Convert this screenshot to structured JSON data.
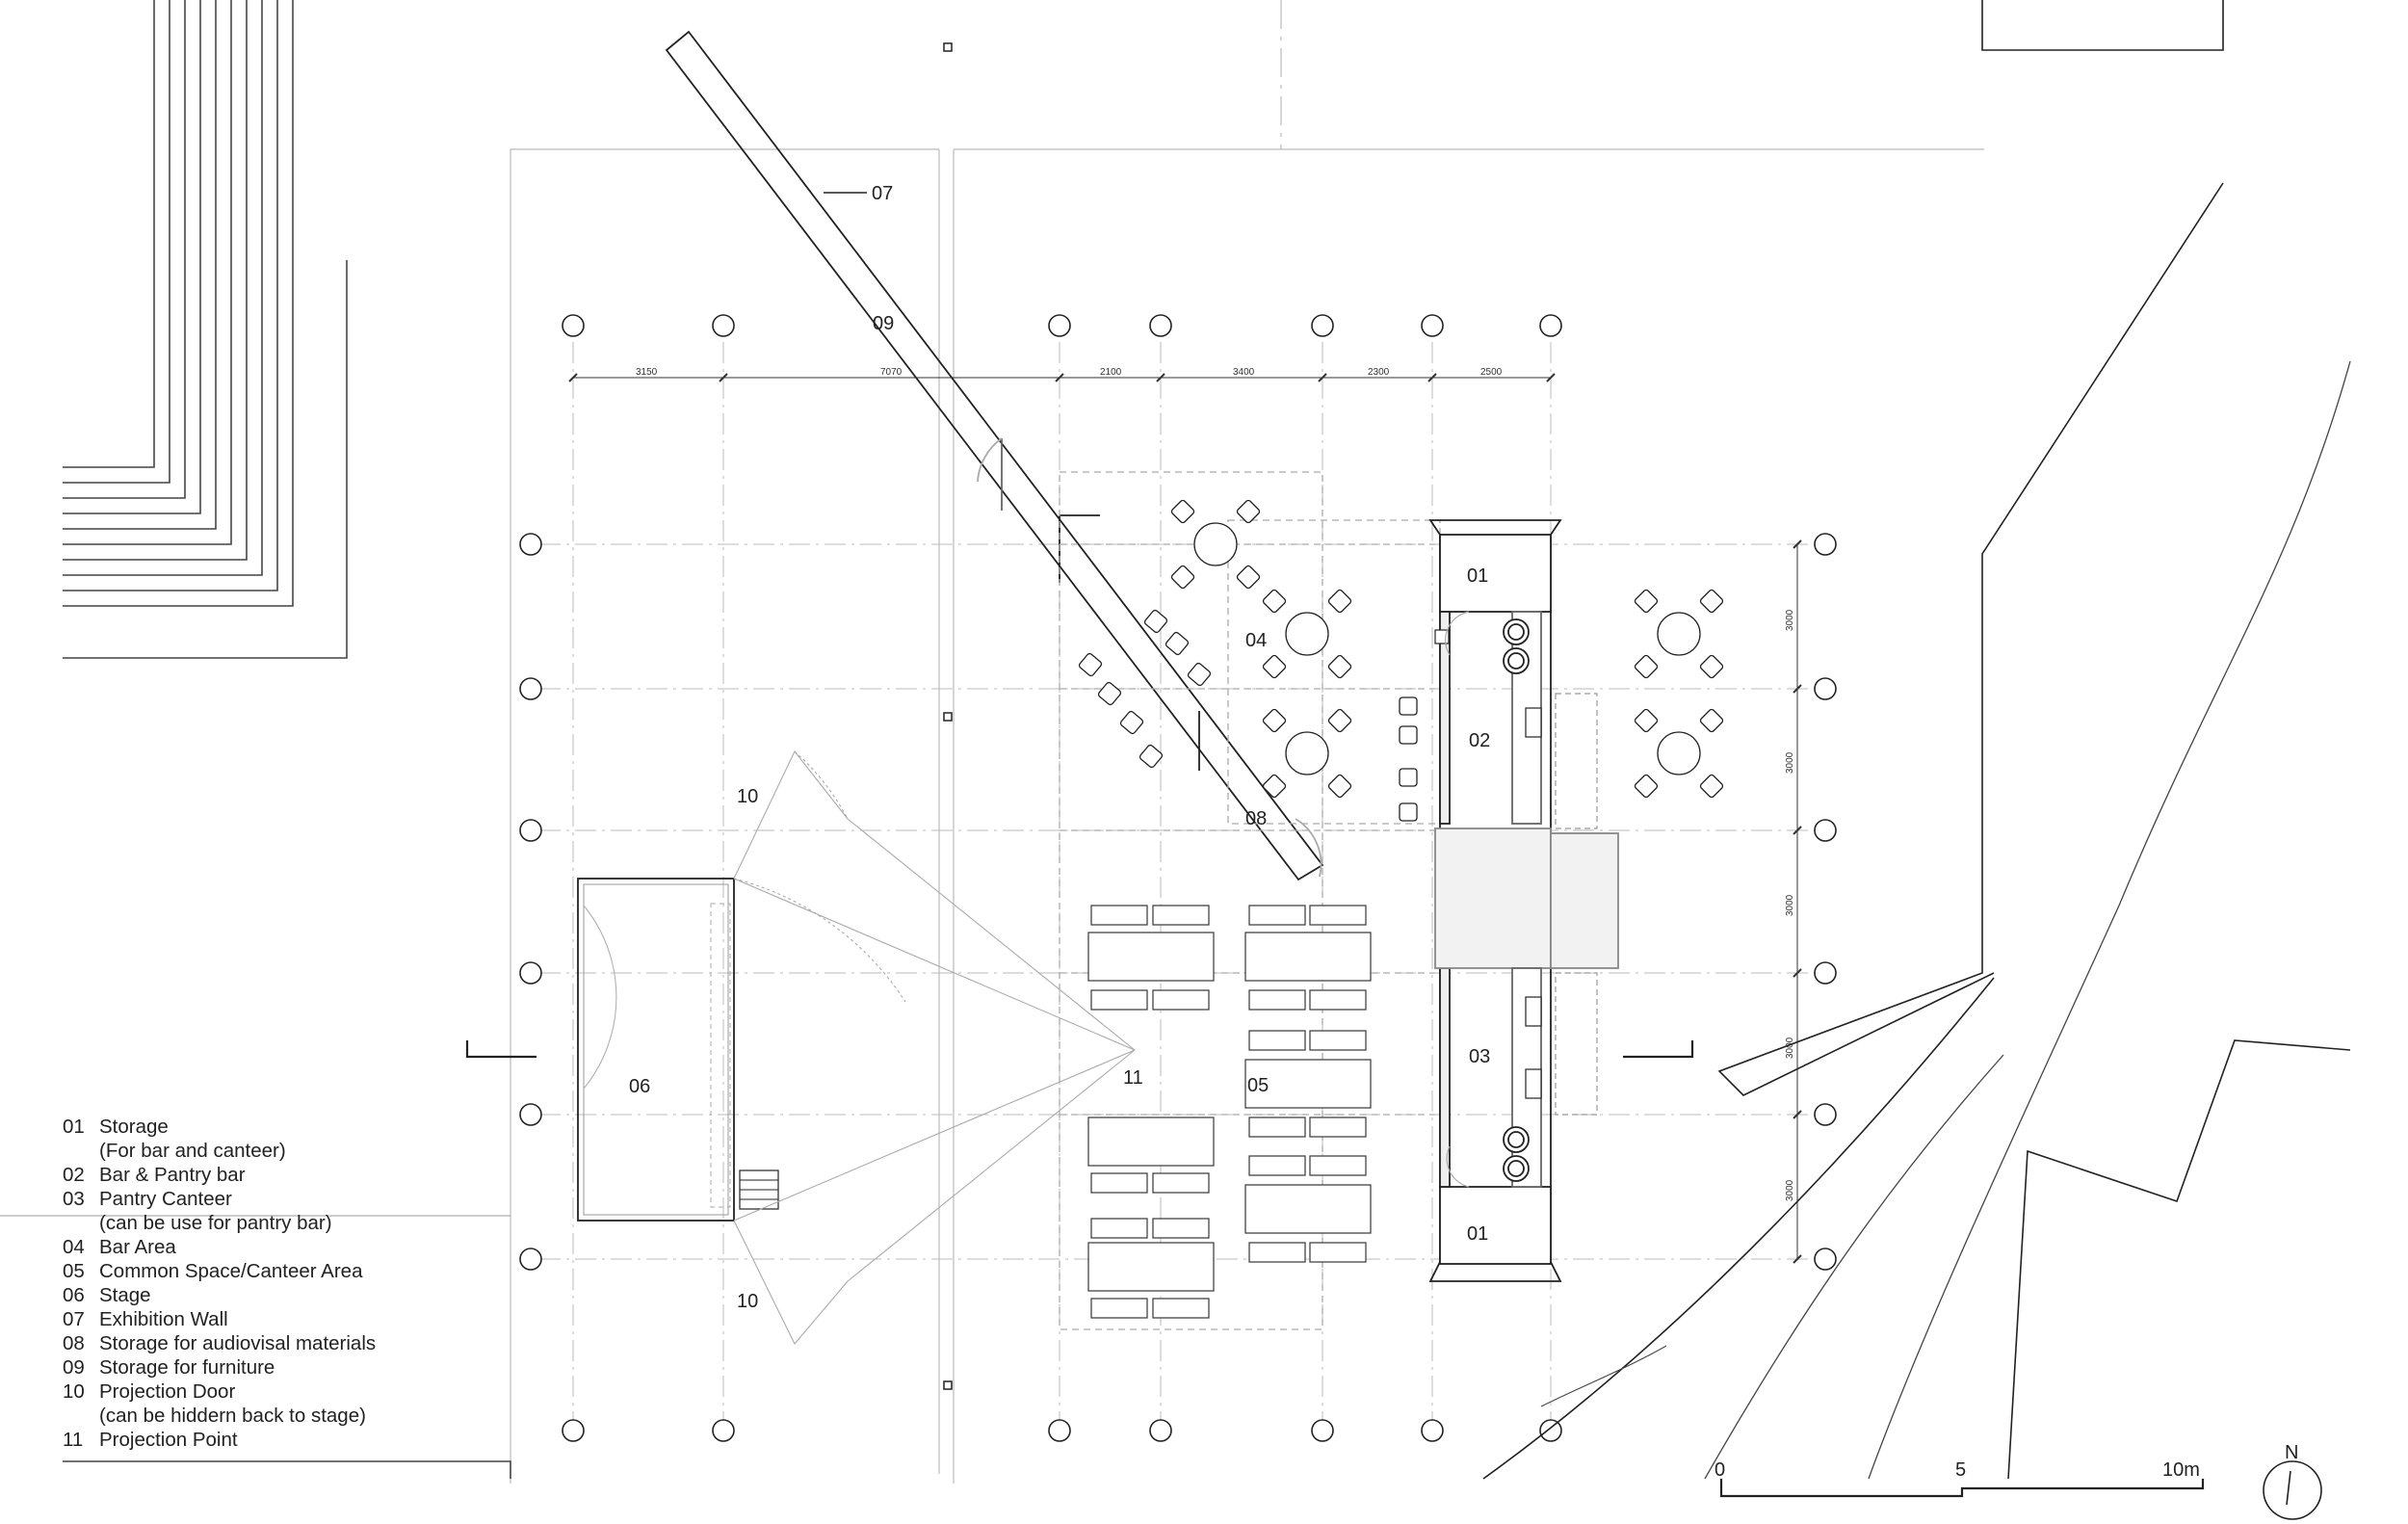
{
  "room_labels": {
    "r01a": "01",
    "r01b": "01",
    "r02": "02",
    "r03": "03",
    "r04": "04",
    "r05": "05",
    "r06": "06",
    "r07": "07",
    "r08": "08",
    "r09": "09",
    "r10a": "10",
    "r10b": "10",
    "r11": "11"
  },
  "dimensions_top": [
    "3150",
    "7070",
    "2100",
    "3400",
    "2300",
    "2500"
  ],
  "dimensions_right": [
    "3000",
    "3000",
    "3000",
    "3000",
    "3000"
  ],
  "legend": [
    {
      "num": "01",
      "text": "Storage"
    },
    {
      "num": "",
      "text": "(For bar and canteer)"
    },
    {
      "num": "02",
      "text": "Bar & Pantry bar"
    },
    {
      "num": "03",
      "text": "Pantry Canteer"
    },
    {
      "num": "",
      "text": "(can be use for pantry bar)"
    },
    {
      "num": "04",
      "text": "Bar Area"
    },
    {
      "num": "05",
      "text": "Common Space/Canteer Area"
    },
    {
      "num": "06",
      "text": "Stage"
    },
    {
      "num": "07",
      "text": "Exhibition Wall"
    },
    {
      "num": "08",
      "text": "Storage for audiovisal materials"
    },
    {
      "num": "09",
      "text": "Storage for furniture"
    },
    {
      "num": "10",
      "text": "Projection Door"
    },
    {
      "num": "",
      "text": "(can be hiddern back to stage)"
    },
    {
      "num": "11",
      "text": "Projection Point"
    }
  ],
  "scale_bar": {
    "start": "0",
    "mid": "5",
    "end": "10m"
  },
  "north_label": "N"
}
